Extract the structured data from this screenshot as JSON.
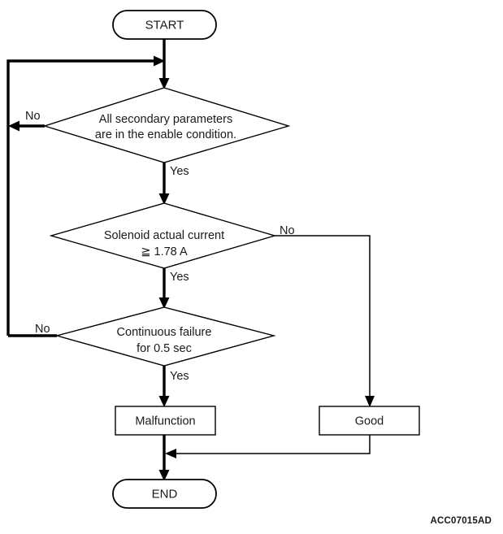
{
  "diagram": {
    "type": "flowchart",
    "reference_code": "ACC07015AD",
    "nodes": {
      "start": {
        "label": "START",
        "shape": "terminal"
      },
      "decision_1": {
        "shape": "decision",
        "line1": "All secondary parameters",
        "line2": "are in the enable condition.",
        "yes_label": "Yes",
        "no_label": "No"
      },
      "decision_2": {
        "shape": "decision",
        "line1": "Solenoid actual current",
        "line2": "≧ 1.78 A",
        "yes_label": "Yes",
        "no_label": "No"
      },
      "decision_3": {
        "shape": "decision",
        "line1": "Continuous failure",
        "line2": "for 0.5 sec",
        "yes_label": "Yes",
        "no_label": "No"
      },
      "malfunction": {
        "label": "Malfunction",
        "shape": "process"
      },
      "good": {
        "label": "Good",
        "shape": "process"
      },
      "end": {
        "label": "END",
        "shape": "terminal"
      }
    },
    "colors": {
      "stroke": "#000000",
      "fill": "#ffffff",
      "text": "#1a1a1a"
    }
  }
}
